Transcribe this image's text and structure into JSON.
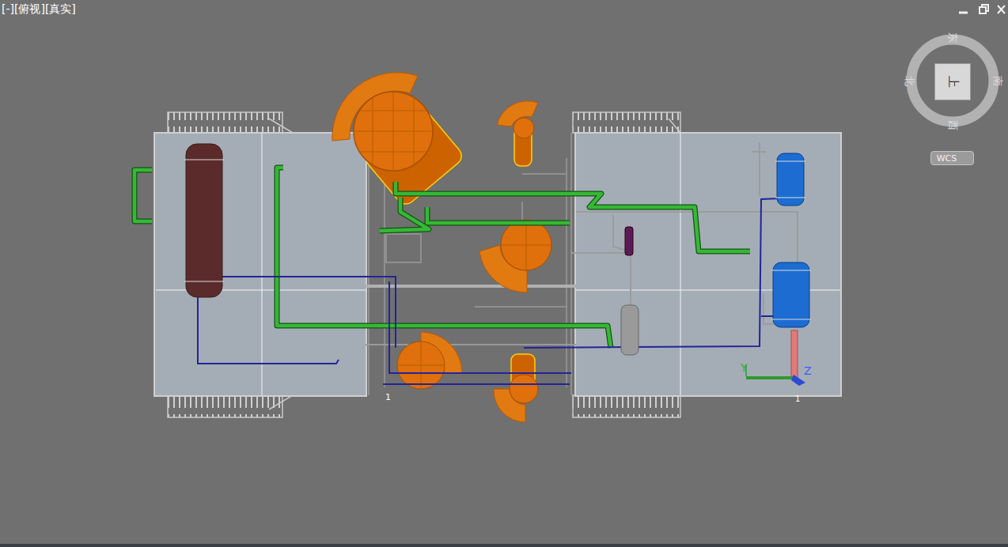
{
  "diagram": {
    "nodes": [
      {
        "text": [
          "上"
        ]
      },
      {
        "text": [
          "WCS"
        ]
      }
    ],
    "labels": [
      "[-][俯视][真实]",
      "东",
      "南",
      "西",
      "北",
      "1",
      "1",
      "Y",
      "Z"
    ]
  }
}
